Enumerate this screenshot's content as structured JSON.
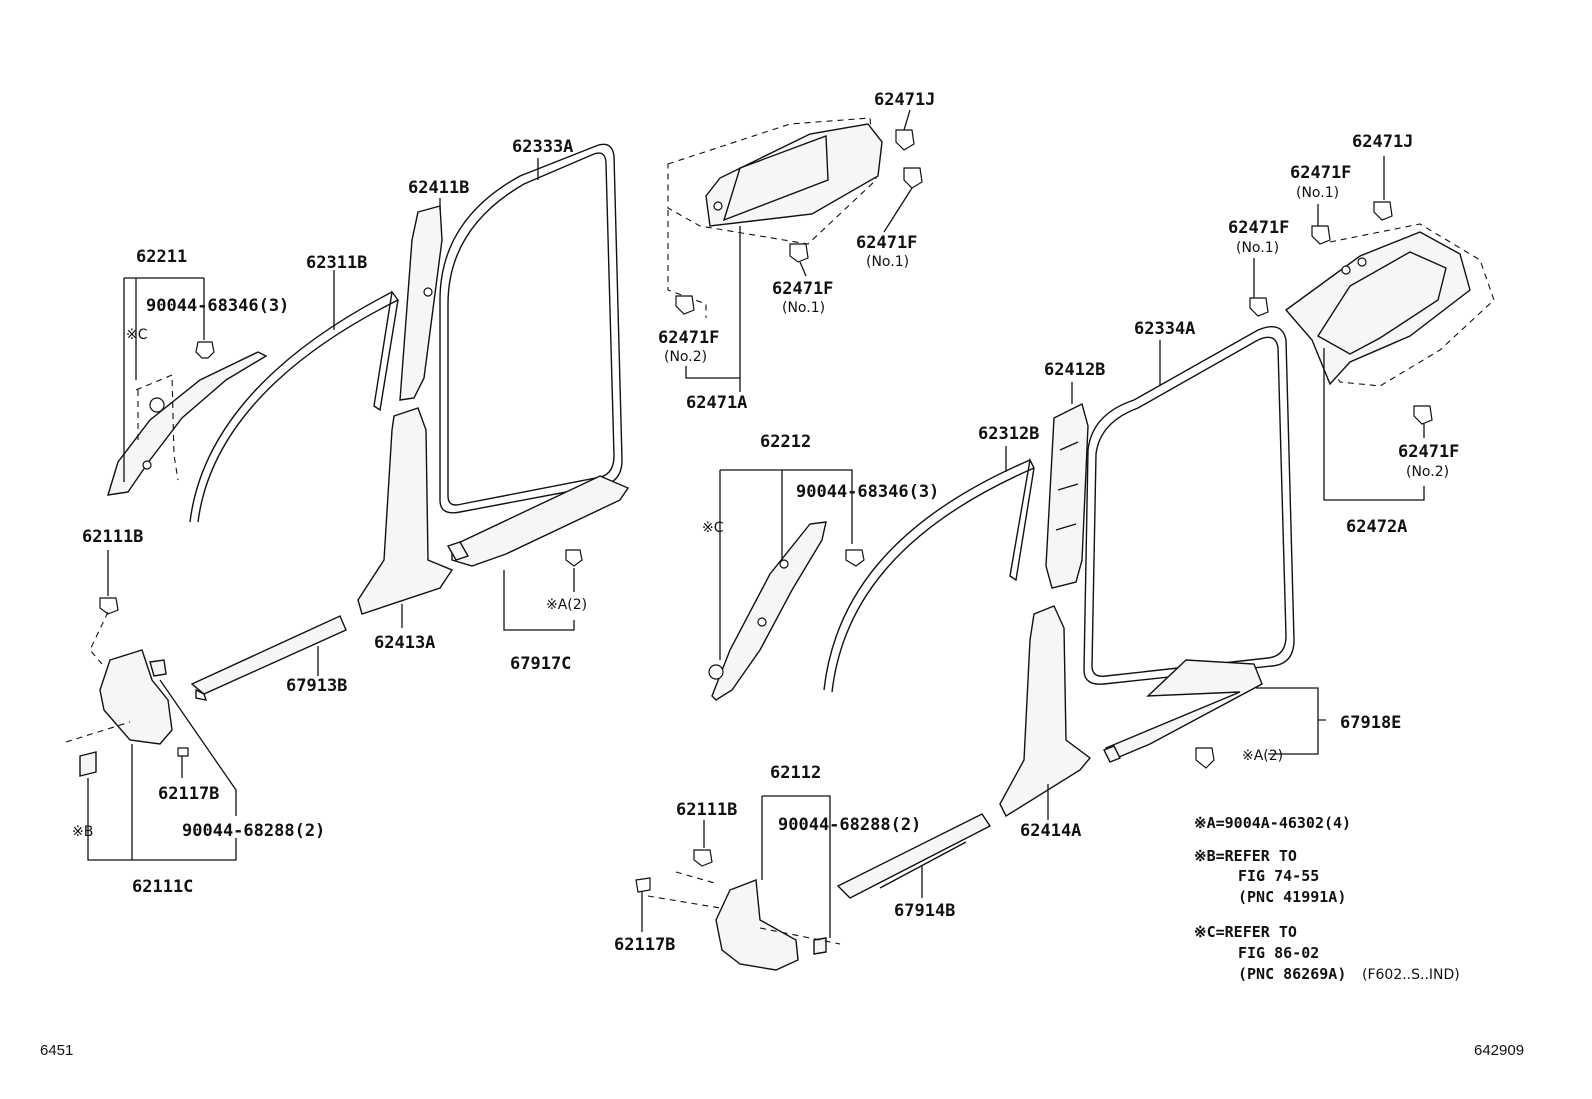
{
  "labels": {
    "p62211": "62211",
    "p90044_68346_left": "90044-68346(3)",
    "c_left": "※C",
    "p62311B": "62311B",
    "p62411B": "62411B",
    "p62333A": "62333A",
    "p62471J_top": "62471J",
    "p62471F_top": "62471F",
    "no1_top": "(No.1)",
    "p62471F_mid": "62471F",
    "no1_mid": "(No.1)",
    "p62471F_left": "62471F",
    "no2_left": "(No.2)",
    "p62471A": "62471A",
    "p62471J_right": "62471J",
    "p62471F_r1": "62471F",
    "no1_r1": "(No.1)",
    "p62471F_r2": "62471F",
    "no1_r2": "(No.1)",
    "p62334A": "62334A",
    "p62412B": "62412B",
    "p62312B": "62312B",
    "p62471F_r3": "62471F",
    "no2_r3": "(No.2)",
    "p62472A": "62472A",
    "p62212": "62212",
    "p90044_68346_right": "90044-68346(3)",
    "c_right": "※C",
    "p62111B_left": "62111B",
    "a2_left": "※A(2)",
    "p62413A": "62413A",
    "p67917C": "67917C",
    "p67913B": "67913B",
    "p62117B_left": "62117B",
    "b_left": "※B",
    "p90044_68288_left": "90044-68288(2)",
    "p62111C": "62111C",
    "p67918E": "67918E",
    "a2_right": "※A(2)",
    "p62112": "62112",
    "p62111B_right": "62111B",
    "p90044_68288_right": "90044-68288(2)",
    "p62414A": "62414A",
    "p62117B_right": "62117B",
    "p67914B": "67914B"
  },
  "notes": {
    "a_line": "※A=9004A-46302(4)",
    "b_line1": "※B=REFER TO",
    "b_line2": "FIG 74-55",
    "b_line3": "(PNC 41991A)",
    "c_line1": "※C=REFER TO",
    "c_line2": "FIG 86-02",
    "c_line3": "(PNC 86269A)",
    "c_line3_suffix": "(F602..S..IND)"
  },
  "footer": {
    "left_code": "6451",
    "right_code": "642909"
  }
}
